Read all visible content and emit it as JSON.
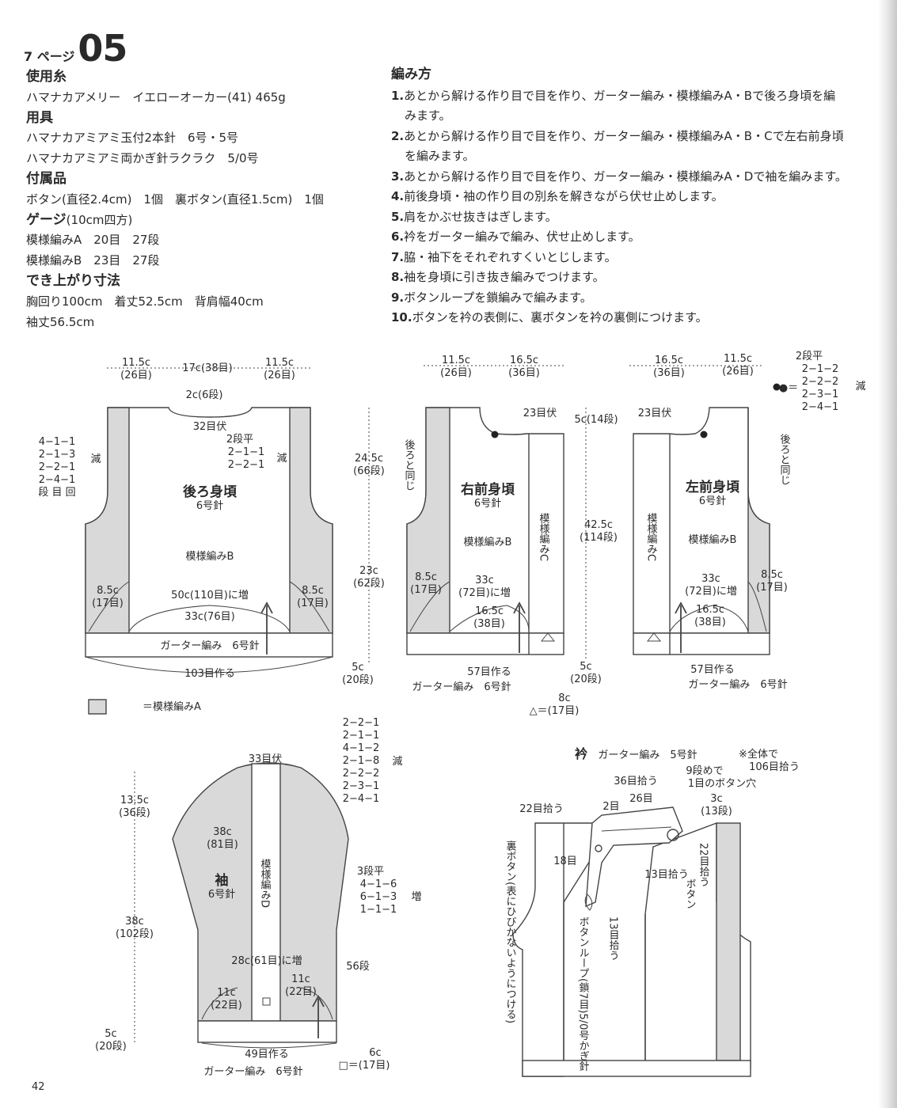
{
  "header": {
    "page_ref": "7 ページ",
    "pattern_no": "05"
  },
  "materials": {
    "yarn_title": "使用糸",
    "yarn": "ハマナカアメリー　イエローオーカー(41) 465g",
    "tools_title": "用具",
    "tools": [
      "ハマナカアミアミ玉付2本針　6号・5号",
      "ハマナカアミアミ両かぎ針ラクラク　5/0号"
    ],
    "accessories_title": "付属品",
    "accessories": "ボタン(直径2.4cm)　1個　裏ボタン(直径1.5cm)　1個",
    "gauge_title": "ゲージ",
    "gauge_note": "(10cm四方)",
    "gauge": [
      "模様編みA　20目　27段",
      "模様編みB　23目　27段"
    ],
    "size_title": "でき上がり寸法",
    "size": [
      "胸回り100cm　着丈52.5cm　背肩幅40cm",
      "袖丈56.5cm"
    ]
  },
  "instructions": {
    "title": "編み方",
    "steps": [
      {
        "n": "1.",
        "text": "あとから解ける作り目で目を作り、ガーター編み・模様編みA・Bで後ろ身頃を編"
      },
      {
        "n": "",
        "text": "みます。"
      },
      {
        "n": "2.",
        "text": "あとから解ける作り目で目を作り、ガーター編み・模様編みA・B・Cで左右前身頃"
      },
      {
        "n": "",
        "text": "を編みます。"
      },
      {
        "n": "3.",
        "text": "あとから解ける作り目で目を作り、ガーター編み・模様編みA・Dで袖を編みます。"
      },
      {
        "n": "4.",
        "text": "前後身頃・袖の作り目の別糸を解きながら伏せ止めします。"
      },
      {
        "n": "5.",
        "text": "肩をかぶせ抜きはぎします。"
      },
      {
        "n": "6.",
        "text": "衿をガーター編みで編み、伏せ止めします。"
      },
      {
        "n": "7.",
        "text": "脇・袖下をそれぞれすくいとじします。"
      },
      {
        "n": "8.",
        "text": "袖を身頃に引き抜き編みでつけます。"
      },
      {
        "n": "9.",
        "text": "ボタンループを鎖編みで編みます。"
      },
      {
        "n": "10.",
        "text": "ボタンを衿の表側に、裏ボタンを衿の裏側につけます。"
      }
    ]
  },
  "back": {
    "title": "後ろ身頃",
    "needle": "6号針",
    "pattern": "模様編みB",
    "top_left": "11.5c",
    "top_left_sts": "(26目)",
    "top_mid": "17c(38目)",
    "top_right": "11.5c",
    "top_right_sts": "(26目)",
    "neck_depth": "2c(6段)",
    "neck_bind": "32目伏",
    "neck_dec": [
      "2段平",
      "2−1−1",
      "2−2−1"
    ],
    "dec": "減",
    "arm_dec": [
      "4−1−1",
      "2−1−3",
      "2−2−1",
      "2−4−1",
      "段 目 回"
    ],
    "side_l": "8.5c",
    "side_l_sts": "(17目)",
    "side_r": "8.5c",
    "side_r_sts": "(17目)",
    "inc": "50c(110目)に増",
    "bottom_mid": "33c(76目)",
    "garter": "ガーター編み　6号針",
    "cast_on": "103目作る",
    "h_top": "24.5c",
    "h_top_rows": "(66段)",
    "h_mid": "23c",
    "h_mid_rows": "(62段)",
    "h_bot": "5c",
    "h_bot_rows": "(20段)"
  },
  "legend": {
    "label": "＝模様編みA"
  },
  "right_front": {
    "title": "右前身頃",
    "needle": "6号針",
    "pattern_b": "模様編みB",
    "pattern_c": "模様編みC",
    "top_l": "11.5c",
    "top_l_sts": "(26目)",
    "top_r": "16.5c",
    "top_r_sts": "(36目)",
    "bind": "23目伏",
    "same": "後ろと同じ",
    "side": "8.5c",
    "side_sts": "(17目)",
    "inc": "33c",
    "inc_sts": "(72目)に増",
    "bottom": "16.5c",
    "bottom_sts": "(38目)",
    "cast_on": "57目作る",
    "garter": "ガーター編み　6号針"
  },
  "left_front": {
    "title": "左前身頃",
    "needle": "6号針",
    "pattern_b": "模様編みB",
    "pattern_c": "模様編みC",
    "top_l": "16.5c",
    "top_l_sts": "(36目)",
    "top_r": "11.5c",
    "top_r_sts": "(26目)",
    "bind": "23目伏",
    "same": "後ろと同じ",
    "side": "8.5c",
    "side_sts": "(17目)",
    "inc": "33c",
    "inc_sts": "(72目)に増",
    "bottom": "16.5c",
    "bottom_sts": "(38目)",
    "cast_on": "57目作る",
    "garter": "ガーター編み　6号針",
    "dot_dec": [
      "2段平",
      "2−1−2",
      "2−2−2",
      "2−3−1",
      "2−4−1"
    ],
    "dot_eq": "●＝",
    "dec": "減"
  },
  "front_dims": {
    "neck": "5c(14段)",
    "h": "42.5c",
    "h_rows": "(114段)",
    "hem": "5c",
    "hem_rows": "(20段)",
    "tri_w": "8c",
    "tri": "△＝(17目)"
  },
  "sleeve": {
    "title": "袖",
    "needle": "6号針",
    "pattern": "模様編みD",
    "bind": "33目伏",
    "cap_dec": [
      "2−2−1",
      "2−1−1",
      "4−1−2",
      "2−1−8",
      "2−2−2",
      "2−3−1",
      "2−4−1"
    ],
    "dec": "減",
    "width": "38c",
    "width_sts": "(81目)",
    "inc_rows": [
      "3段平",
      "4−1−6",
      "6−1−3",
      "1−1−1"
    ],
    "inc": "増",
    "h_cap": "13.5c",
    "h_cap_rows": "(36段)",
    "h_body": "38c",
    "h_body_rows": "(102段)",
    "h_cuff": "5c",
    "h_cuff_rows": "(20段)",
    "rows56": "56段",
    "inc_to": "28c(61目)に増",
    "side_l": "11c",
    "side_l_sts": "(22目)",
    "side_r": "11c",
    "side_r_sts": "(22目)",
    "cast_on": "49目作る",
    "garter": "ガーター編み　6号針",
    "sq_w": "6c",
    "sq": "□＝(17目)"
  },
  "collar": {
    "title": "衿",
    "spec": "ガーター編み　5号針",
    "note": "※全体で",
    "note2": "106目拾う",
    "pick36": "36目拾う",
    "row9": "9段めで",
    "hole": "1目のボタン穴",
    "pick22l": "22目拾う",
    "two": "2目",
    "twentysix": "26目",
    "threec": "3c",
    "thirteen": "(13段)",
    "eighteen": "18目",
    "pick13a": "13目拾う",
    "pick22r": "22目拾う",
    "button": "ボタン",
    "pick13b": "13目拾う",
    "loop": "ボタンループ(鎖7目)5/0号かぎ針",
    "back_button": "裏ボタン(表にひびかないようにつける)"
  },
  "page_number": "42"
}
